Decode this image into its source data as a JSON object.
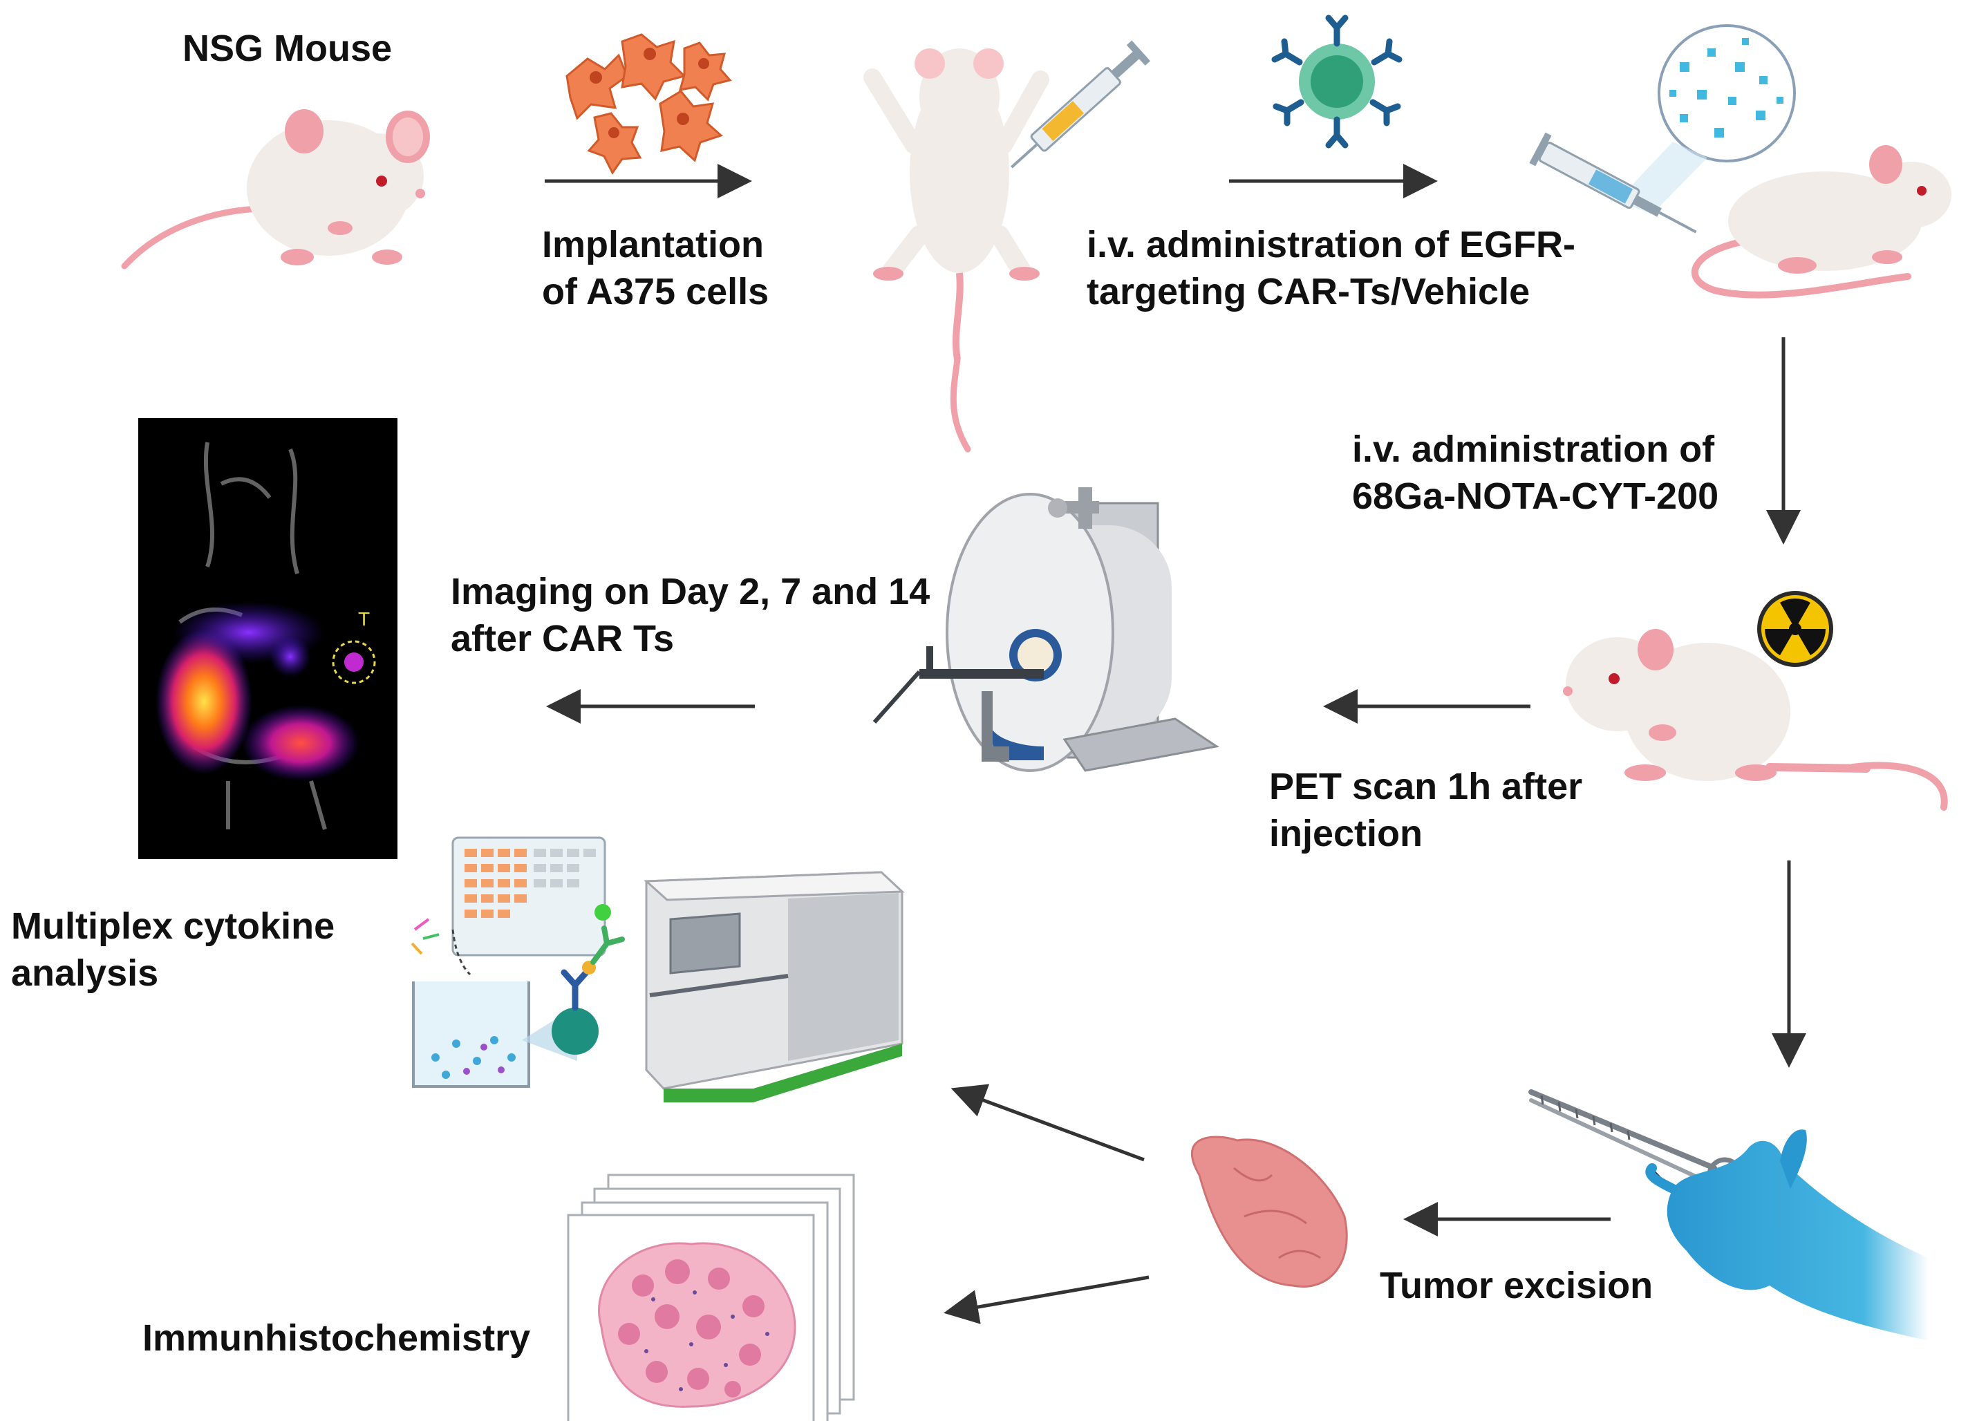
{
  "labels": {
    "nsg_mouse": "NSG Mouse",
    "implantation": [
      "Implantation",
      "of A375 cells"
    ],
    "iv_car": [
      "i.v. administration of EGFR-",
      "targeting CAR-Ts/Vehicle"
    ],
    "iv_tracer": [
      "i.v. administration of",
      "68Ga-NOTA-CYT-200"
    ],
    "imaging": [
      "Imaging on Day 2, 7 and 14",
      "after CAR Ts"
    ],
    "pet_scan": [
      "PET scan 1h after",
      "injection"
    ],
    "multiplex": [
      "Multiplex cytokine",
      "analysis"
    ],
    "tumor_excision": "Tumor excision",
    "ihc": "Immunhistochemistry",
    "tumor_marker": "T"
  },
  "colors": {
    "mouse_body": "#f2ece8",
    "mouse_pink": "#f0a0a8",
    "cells": "#f08050",
    "car_t": "#3aa87a",
    "antibody": "#2a70b0",
    "glove": "#3aa8d8",
    "tumor": "#e89090",
    "radiation": "#f5c400",
    "pet_bg": "#000000",
    "arrow": "#333333"
  },
  "icons": [
    "nsg-mouse-icon",
    "cancer-cells-icon",
    "injection-mouse-icon",
    "car-t-cell-icon",
    "tracer-mouse-icon",
    "radiation-icon",
    "pet-scanner-icon",
    "pet-image-icon",
    "microplate-icon",
    "luminex-analyzer-icon",
    "tumor-icon",
    "forceps-glove-icon",
    "histology-slides-icon"
  ]
}
